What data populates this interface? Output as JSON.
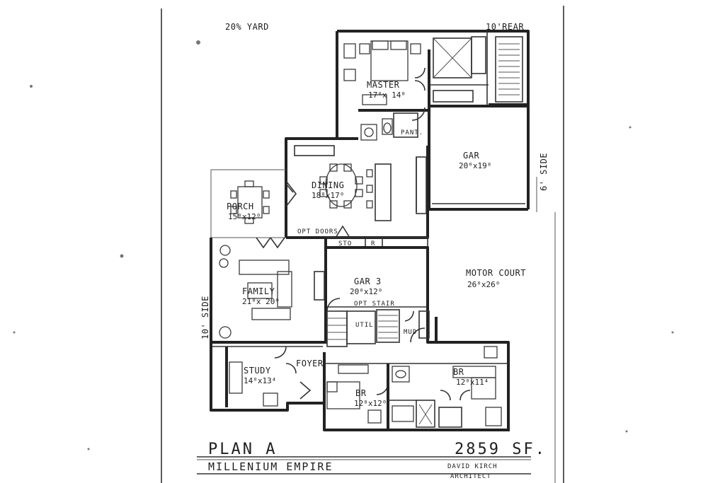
{
  "sheet": {
    "plan_name": "PLAN A",
    "area": "2859 SF.",
    "project": "MILLENIUM EMPIRE",
    "architect_name": "DAVID KIRCH",
    "architect_title": "ARCHITECT"
  },
  "notes": {
    "yard": "20% YARD",
    "rear": "10'REAR",
    "side_right": "6' SIDE",
    "side_left": "10' SIDE",
    "opt_doors": "OPT DOORS",
    "sto": "STO",
    "r": "R",
    "pant": "PANT.",
    "opt_stair": "OPT STAIR",
    "util": "UTIL",
    "mud": "MUD"
  },
  "rooms": {
    "master": {
      "name": "MASTER",
      "dim": "17⁰x 14⁸"
    },
    "gar": {
      "name": "GAR",
      "dim": "20⁰x19⁸"
    },
    "dining": {
      "name": "DINING",
      "dim": "18⁸x17⁰"
    },
    "porch": {
      "name": "PORCH",
      "dim": "15⁰x12⁰"
    },
    "gar3": {
      "name": "GAR 3",
      "dim": "20⁰x12⁰"
    },
    "motor_court": {
      "name": "MOTOR COURT",
      "dim": "26⁰x26⁰"
    },
    "family": {
      "name": "FAMILY",
      "dim": "21⁸x 20⁰"
    },
    "study": {
      "name": "STUDY",
      "dim": "14⁰x13⁴"
    },
    "foyer": {
      "name": "FOYER"
    },
    "br_mid": {
      "name": "BR",
      "dim": "12⁸x12⁰"
    },
    "br_right": {
      "name": "BR",
      "dim": "12⁰x11⁴"
    }
  }
}
